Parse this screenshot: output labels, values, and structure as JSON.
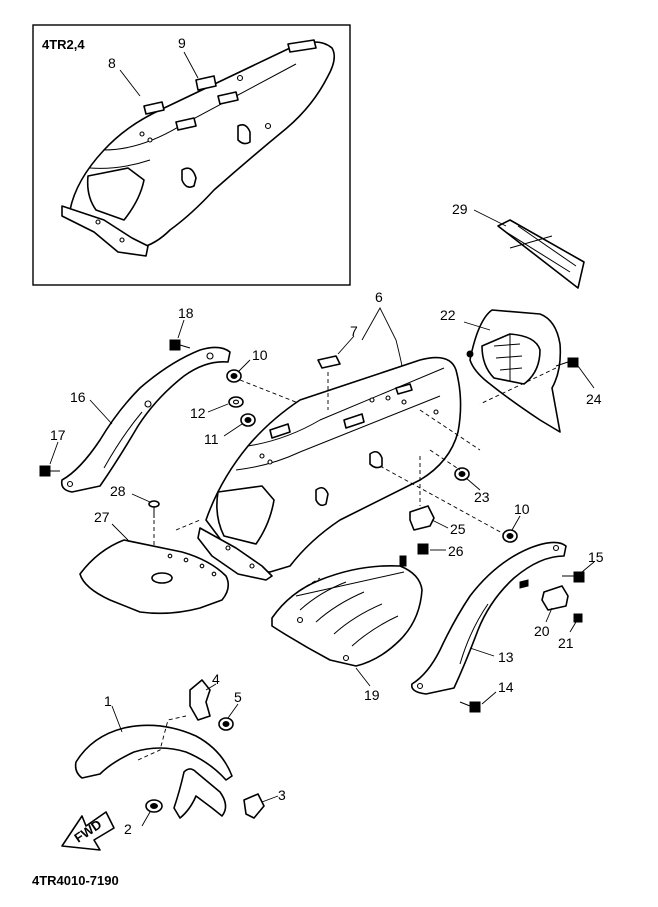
{
  "inset": {
    "variant_label": "4TR2,4"
  },
  "footer": {
    "drawing_code": "4TR4010-7190"
  },
  "fwd": {
    "label": "FWD"
  },
  "callouts": {
    "c1": "1",
    "c2": "2",
    "c3": "3",
    "c4": "4",
    "c5": "5",
    "c6": "6",
    "c7": "7",
    "c8": "8",
    "c9": "9",
    "c10a": "10",
    "c10b": "10",
    "c11": "11",
    "c12": "12",
    "c13": "13",
    "c14": "14",
    "c15": "15",
    "c16": "16",
    "c17": "17",
    "c18": "18",
    "c19": "19",
    "c20": "20",
    "c21": "21",
    "c22": "22",
    "c23": "23",
    "c24": "24",
    "c25": "25",
    "c26": "26",
    "c27": "27",
    "c28": "28",
    "c29": "29"
  },
  "icons": [
    "fwd-arrow-icon",
    "bolt-icon",
    "washer-icon",
    "nut-icon"
  ]
}
